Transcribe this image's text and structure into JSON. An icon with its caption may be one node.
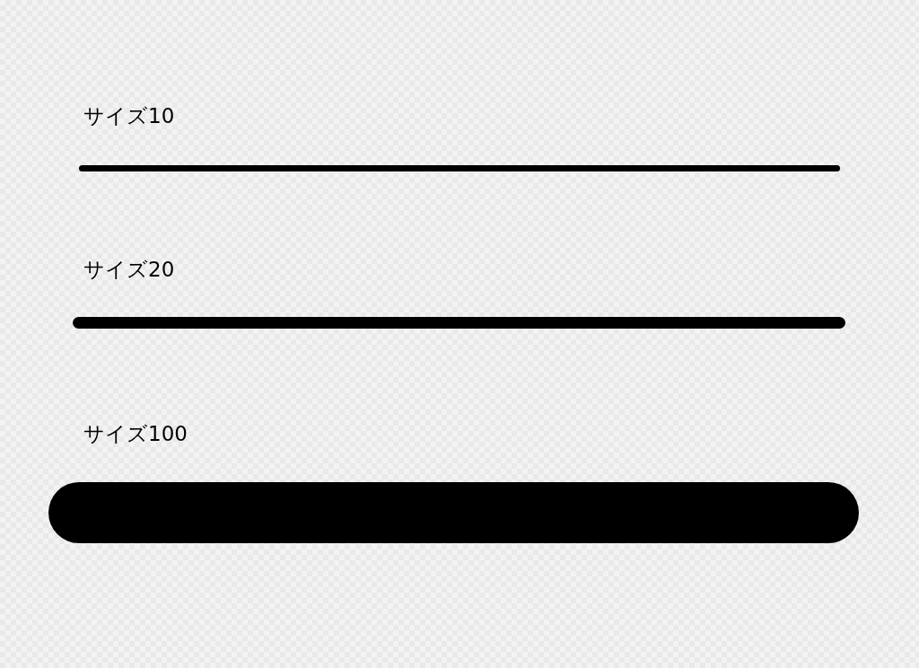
{
  "diagram": {
    "nodes": [
      {
        "text": [],
        "shape": "bar",
        "beside": [
          "サイズ10"
        ]
      },
      {
        "text": [],
        "shape": "bar",
        "beside": [
          "サイズ20"
        ]
      },
      {
        "text": [],
        "shape": "bar",
        "beside": [
          "サイズ100"
        ]
      }
    ]
  }
}
